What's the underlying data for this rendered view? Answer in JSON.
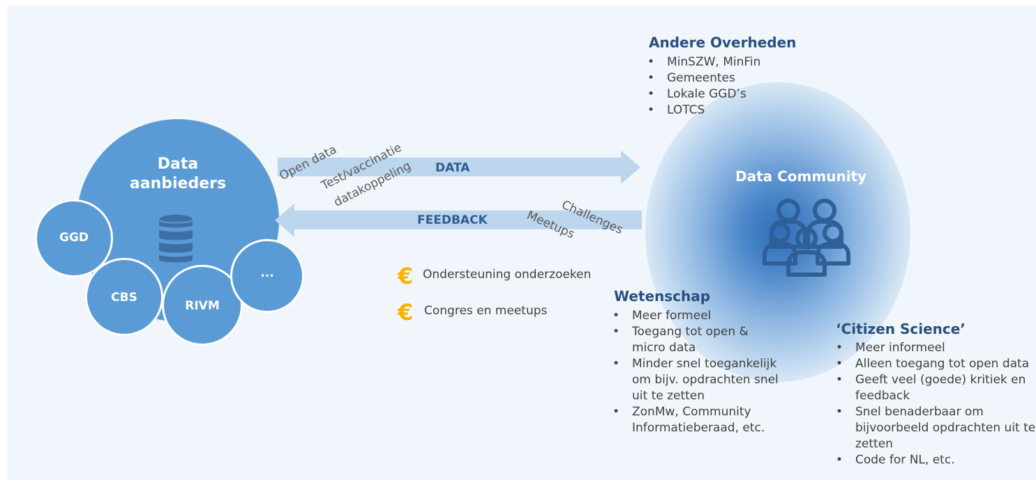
{
  "providers": {
    "title_line1": "Data",
    "title_line2": "aanbieders",
    "sub": [
      "GGD",
      "CBS",
      "RIVM",
      "..."
    ]
  },
  "arrows": {
    "data_label": "DATA",
    "feedback_label": "FEEDBACK",
    "data_notes": [
      "Open data",
      "Test/vaccinatie",
      "datakoppeling"
    ],
    "feedback_notes": [
      "Challenges",
      "Meetups"
    ]
  },
  "community": {
    "title": "Data Community"
  },
  "overheden": {
    "title": "Andere Overheden",
    "items": [
      "MinSZW, MinFin",
      "Gemeentes",
      "Lokale GGD’s",
      "LOTCS"
    ]
  },
  "support": {
    "symbol": "€",
    "items": [
      "Ondersteuning onderzoeken",
      "Congres en meetups"
    ]
  },
  "wetenschap": {
    "title": "Wetenschap",
    "items": [
      "Meer formeel",
      "Toegang tot open & micro data",
      "Minder snel toegankelijk om bijv. opdrachten snel uit te zetten",
      "ZonMw, Community Informatieberaad, etc."
    ]
  },
  "citizen": {
    "title": "‘Citizen Science’",
    "items": [
      "Meer informeel",
      "Alleen toegang tot open data",
      "Geeft veel (goede) kritiek en feedback",
      "Snel benaderbaar om bijvoorbeeld opdrachten uit te zetten",
      "Code for NL, etc."
    ]
  },
  "colors": {
    "bubble": "#5b9bd5",
    "arrow": "#bcd6ee",
    "heading": "#2a4f7f",
    "euro": "#f5b400"
  }
}
